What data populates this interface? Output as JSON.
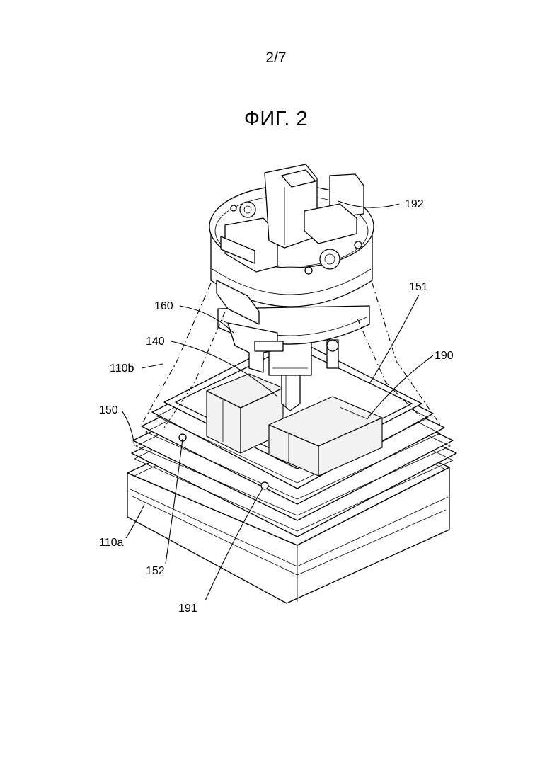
{
  "page_number": "2/7",
  "figure_title": "ФИГ. 2",
  "reference_labels": {
    "r192": "192",
    "r151": "151",
    "r160": "160",
    "r140": "140",
    "r190": "190",
    "r110b": "110b",
    "r150": "150",
    "r110a": "110a",
    "r152": "152",
    "r191": "191"
  }
}
